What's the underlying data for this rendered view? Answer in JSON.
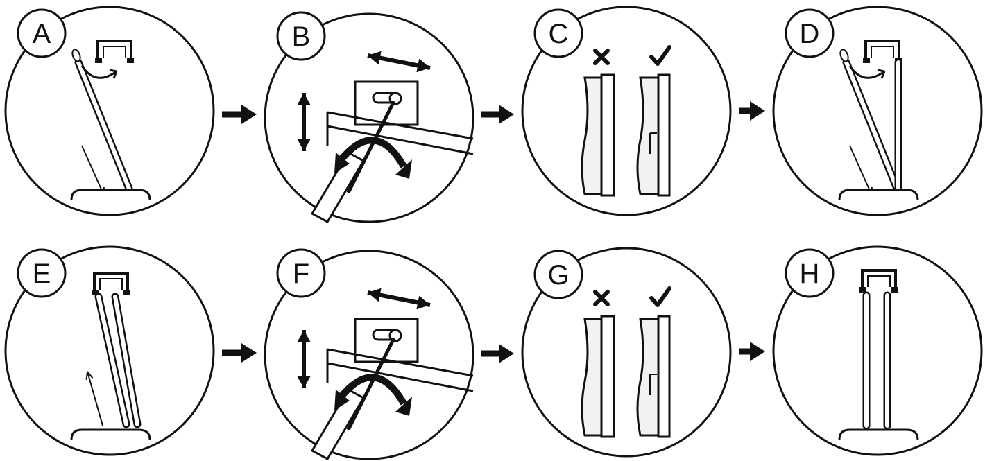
{
  "steps": [
    {
      "label": "A",
      "icon": "rod-insert-icon"
    },
    {
      "label": "B",
      "icon": "screwdriver-adjust-icon"
    },
    {
      "label": "C",
      "icon": "alignment-check-icon"
    },
    {
      "label": "D",
      "icon": "rod-insert-icon"
    },
    {
      "label": "E",
      "icon": "rod-lift-icon"
    },
    {
      "label": "F",
      "icon": "screwdriver-adjust-icon"
    },
    {
      "label": "G",
      "icon": "alignment-check-icon"
    },
    {
      "label": "H",
      "icon": "rods-installed-icon"
    }
  ],
  "flow": [
    [
      "A",
      "B"
    ],
    [
      "B",
      "C"
    ],
    [
      "C",
      "D"
    ],
    [
      "E",
      "F"
    ],
    [
      "F",
      "G"
    ],
    [
      "G",
      "H"
    ]
  ],
  "colors": {
    "ink": "#111111",
    "paper": "#ffffff",
    "panel": "#f2f2f2"
  }
}
